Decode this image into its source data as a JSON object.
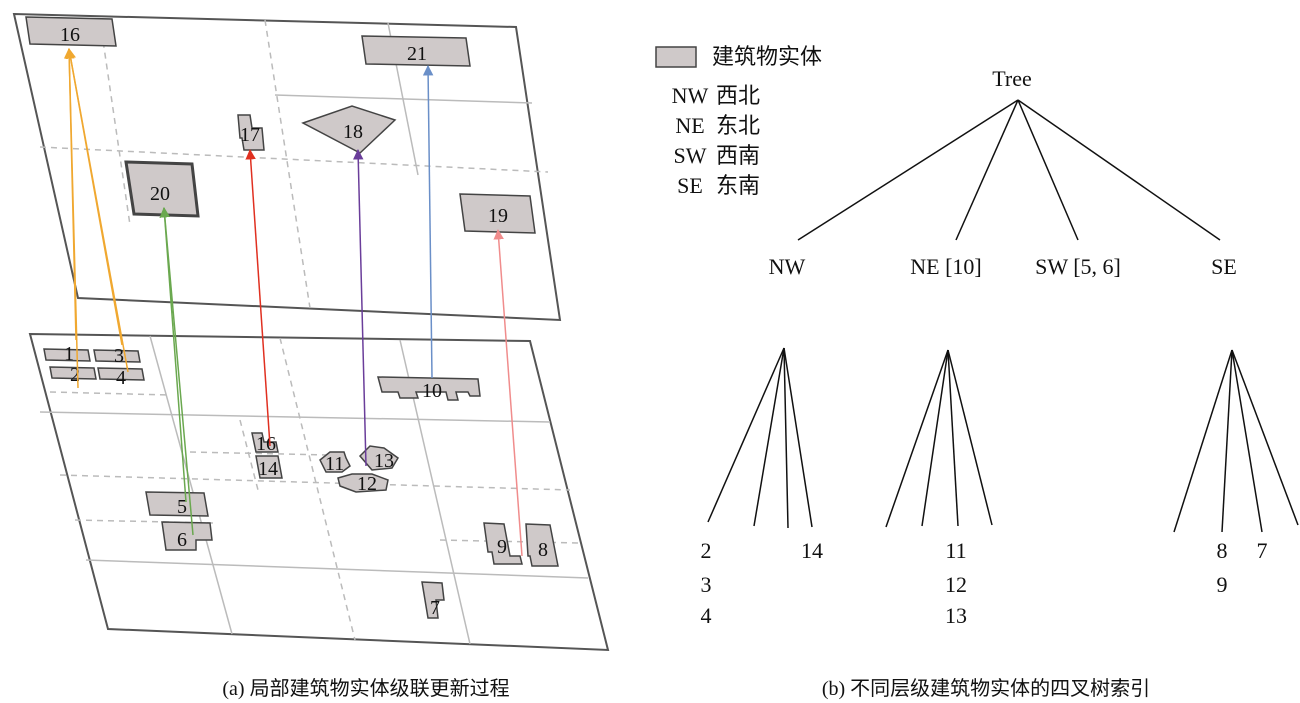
{
  "legend": {
    "building_entity": "建筑物实体",
    "items": [
      {
        "code": "NW",
        "meaning": "西北"
      },
      {
        "code": "NE",
        "meaning": "东北"
      },
      {
        "code": "SW",
        "meaning": "西南"
      },
      {
        "code": "SE",
        "meaning": "东南"
      }
    ]
  },
  "upper_layer": {
    "buildings": [
      {
        "id": "b16",
        "label": "16"
      },
      {
        "id": "b21",
        "label": "21"
      },
      {
        "id": "b17",
        "label": "17"
      },
      {
        "id": "b18",
        "label": "18"
      },
      {
        "id": "b20",
        "label": "20"
      },
      {
        "id": "b19",
        "label": "19"
      }
    ]
  },
  "lower_layer": {
    "buildings": [
      {
        "id": "l1",
        "label": "1"
      },
      {
        "id": "l2",
        "label": "2"
      },
      {
        "id": "l3",
        "label": "3"
      },
      {
        "id": "l4",
        "label": "4"
      },
      {
        "id": "l10",
        "label": "10"
      },
      {
        "id": "l16",
        "label": "16"
      },
      {
        "id": "l14",
        "label": "14"
      },
      {
        "id": "l11",
        "label": "11"
      },
      {
        "id": "l13",
        "label": "13"
      },
      {
        "id": "l12",
        "label": "12"
      },
      {
        "id": "l5",
        "label": "5"
      },
      {
        "id": "l6",
        "label": "6"
      },
      {
        "id": "l9",
        "label": "9"
      },
      {
        "id": "l8",
        "label": "8"
      },
      {
        "id": "l7",
        "label": "7"
      }
    ]
  },
  "links": [
    {
      "from": "1",
      "to": "16",
      "color": "#f0a830"
    },
    {
      "from": "2",
      "to": "16",
      "color": "#f0a830"
    },
    {
      "from": "3",
      "to": "16",
      "color": "#f0a830"
    },
    {
      "from": "4",
      "to": "16",
      "color": "#f0a830"
    },
    {
      "from": "5",
      "to": "20",
      "color": "#6aa84f"
    },
    {
      "from": "6",
      "to": "20",
      "color": "#6aa84f"
    },
    {
      "from": "16",
      "to": "17",
      "color": "#e03020"
    },
    {
      "from": "13",
      "to": "18",
      "color": "#6a3d9a"
    },
    {
      "from": "10",
      "to": "21",
      "color": "#6a8fc8"
    },
    {
      "from": "8",
      "to": "19",
      "color": "#f08c8c"
    }
  ],
  "tree": {
    "root": "Tree",
    "children": [
      "NW",
      "NE [10]",
      "SW [5, 6]",
      "SE"
    ],
    "subtrees": [
      {
        "leaves": [
          [
            "2",
            "3",
            "4"
          ],
          [
            "14"
          ]
        ]
      },
      {
        "leaves": [
          [
            "11",
            "12",
            "13"
          ]
        ]
      },
      {
        "leaves": [
          [
            "8",
            "9"
          ],
          [
            "7"
          ]
        ]
      }
    ]
  },
  "captions": {
    "a": "(a) 局部建筑物实体级联更新过程",
    "b": "(b) 不同层级建筑物实体的四叉树索引"
  }
}
